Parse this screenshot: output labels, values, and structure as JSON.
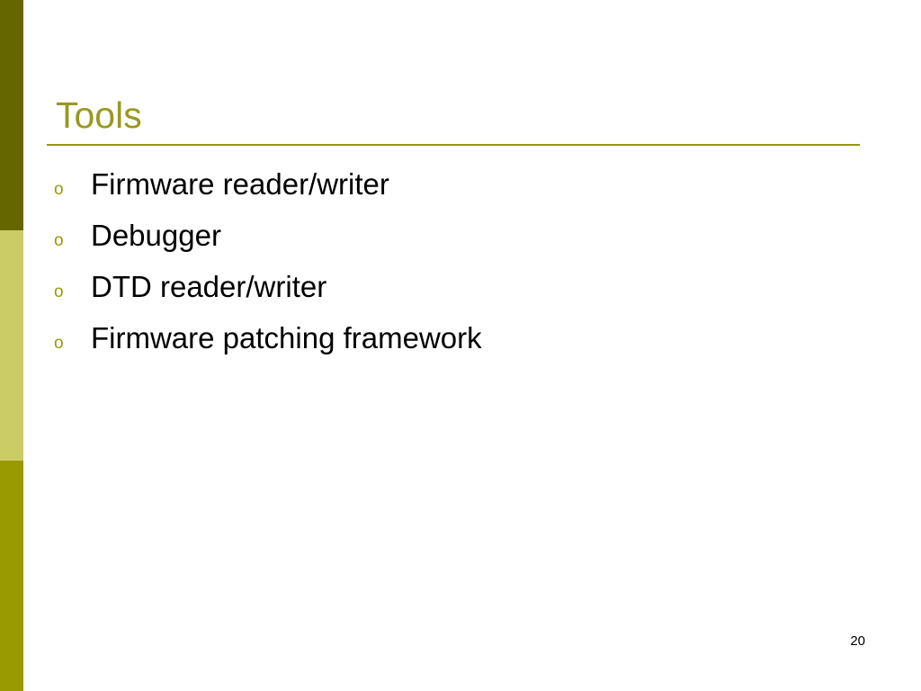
{
  "colors": {
    "bar_top": "#666600",
    "bar_middle": "#cccc66",
    "bar_bottom": "#999900",
    "accent": "#999900",
    "title": "#999922"
  },
  "slide": {
    "title": "Tools",
    "bullet_marker": "o",
    "bullets": [
      {
        "text": "Firmware reader/writer"
      },
      {
        "text": "Debugger"
      },
      {
        "text": "DTD reader/writer"
      },
      {
        "text": "Firmware patching framework"
      }
    ],
    "page_number": "20"
  }
}
